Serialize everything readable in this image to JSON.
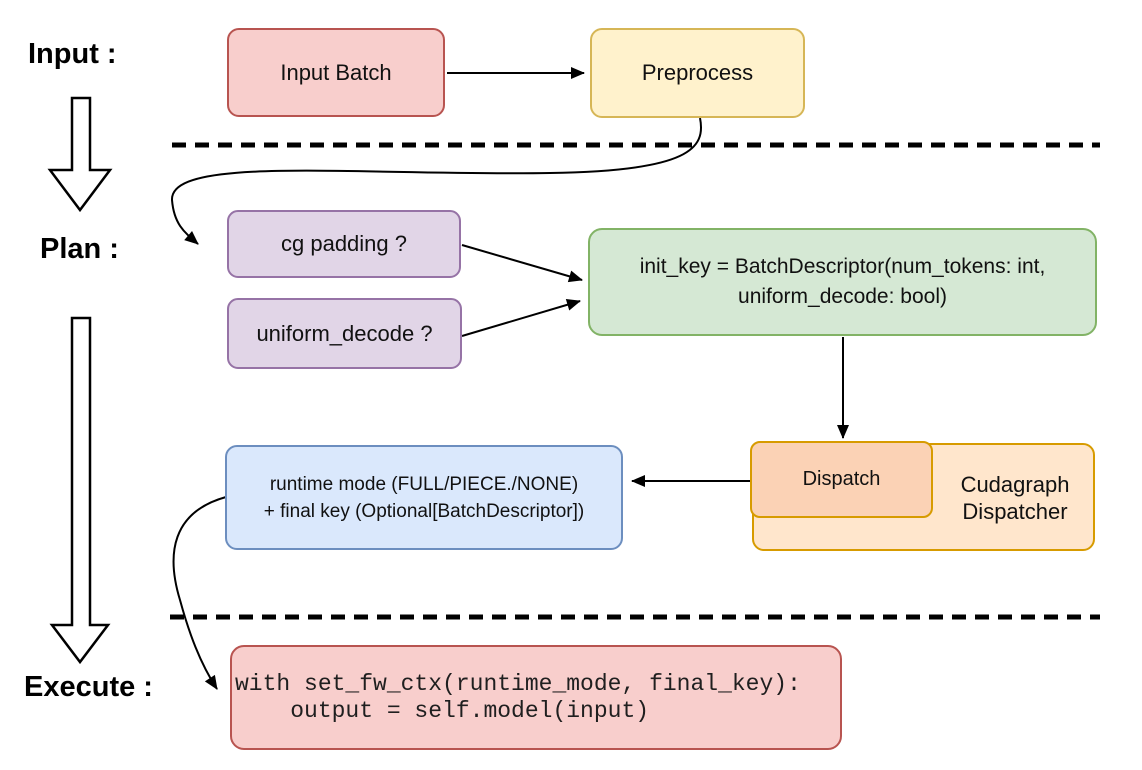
{
  "labels": {
    "input": "Input :",
    "plan": "Plan :",
    "execute": "Execute :"
  },
  "nodes": {
    "input_batch": {
      "label": "Input Batch"
    },
    "preprocess": {
      "label": "Preprocess"
    },
    "cg_padding": {
      "label": "cg padding ?"
    },
    "uniform_decode": {
      "label": "uniform_decode ?"
    },
    "init_key": {
      "line1": "init_key = BatchDescriptor(num_tokens: int,",
      "line2": "uniform_decode: bool)"
    },
    "dispatch": {
      "label": "Dispatch"
    },
    "cudagraph_dispatcher": {
      "line1": "Cudagraph",
      "line2": "Dispatcher"
    },
    "runtime": {
      "line1": "runtime mode (FULL/PIECE./NONE)",
      "line2": "+ final key (Optional[BatchDescriptor])"
    },
    "execute_code": {
      "line1": "with set_fw_ctx(runtime_mode, final_key):",
      "line2": "    output = self.model(input)"
    }
  },
  "colors": {
    "pink_fill": "#F8CECC",
    "pink_stroke": "#B85450",
    "yellow_fill": "#FFF2CC",
    "yellow_stroke": "#D6B656",
    "purple_fill": "#E1D5E7",
    "purple_stroke": "#9673A6",
    "green_fill": "#D5E8D4",
    "green_stroke": "#82B366",
    "blue_fill": "#DAE8FC",
    "blue_stroke": "#6C8EBF",
    "orange_fill": "#FFE6CC",
    "orange_inner_fill": "#FBD2B5",
    "orange_stroke": "#D79B00",
    "connector": "#000000"
  }
}
